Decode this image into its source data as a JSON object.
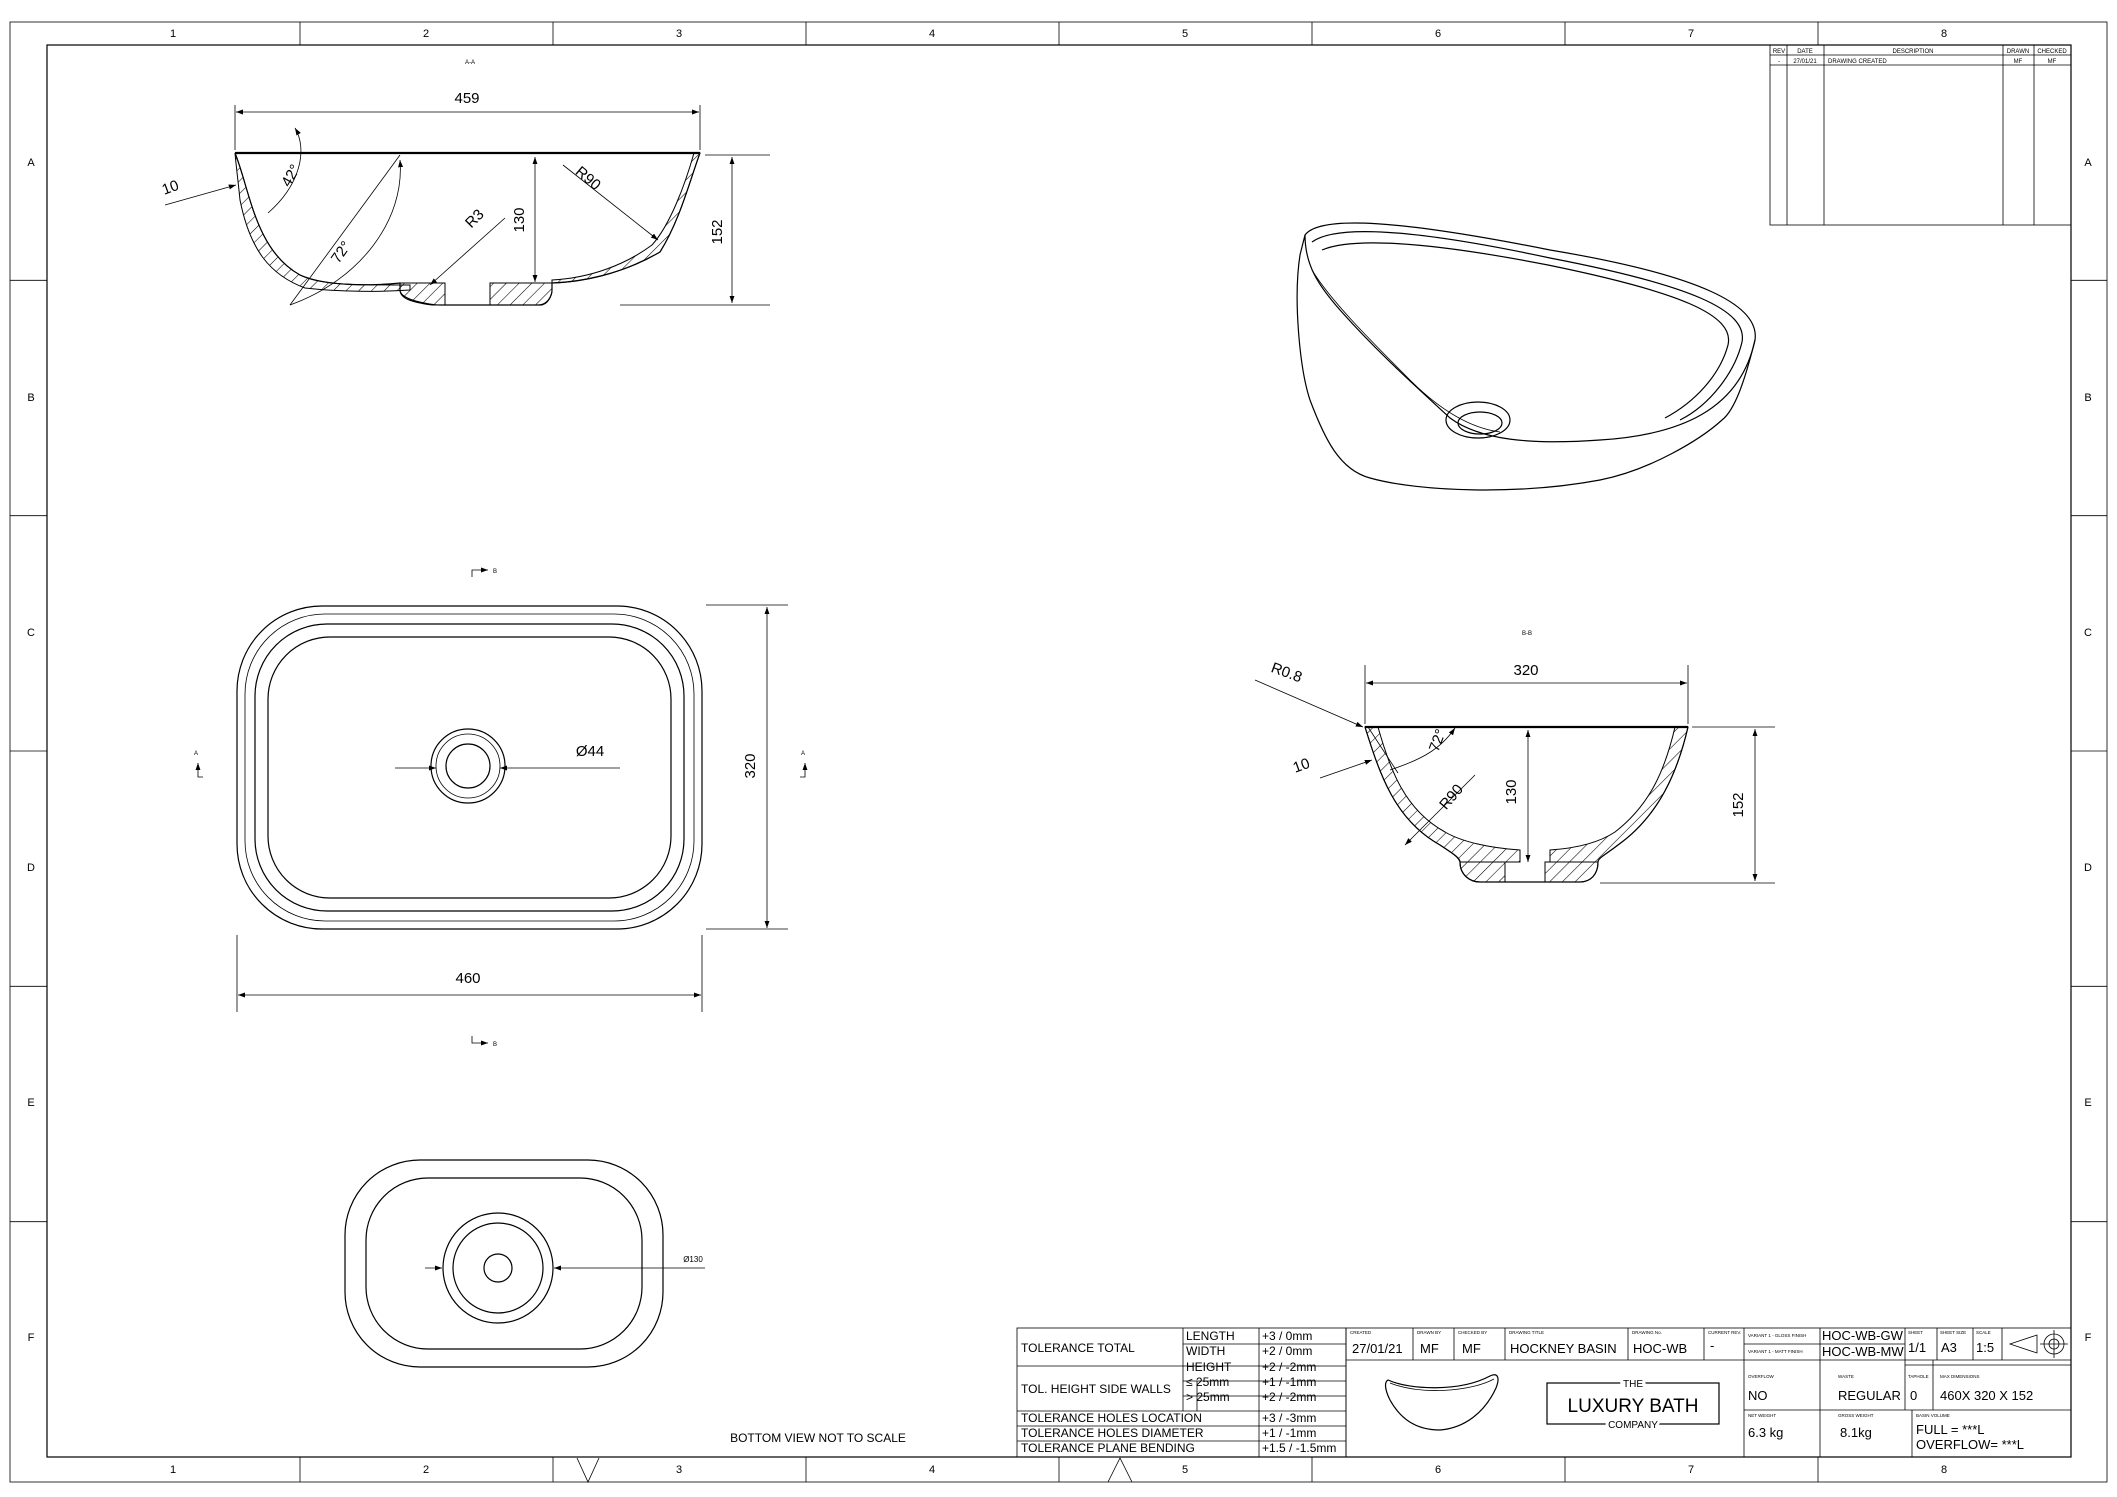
{
  "frame": {
    "columns": [
      "1",
      "2",
      "3",
      "4",
      "5",
      "6",
      "7",
      "8"
    ],
    "rows": [
      "A",
      "B",
      "C",
      "D",
      "E",
      "F"
    ]
  },
  "revision_table": {
    "headers": [
      "REV",
      "DATE",
      "DESCRIPTION",
      "DRAWN",
      "CHECKED"
    ],
    "rows": [
      [
        "-",
        "27/01/21",
        "DRAWING CREATED",
        "MF",
        "MF"
      ]
    ]
  },
  "views": {
    "section_aa": {
      "label": "A-A",
      "dims": {
        "width": "459",
        "angle_rim": "42°",
        "angle_wall": "72°",
        "wall": "10",
        "r3": "R3",
        "r90": "R90",
        "depth": "130",
        "height": "152"
      }
    },
    "plan": {
      "section_marks": {
        "b": "B",
        "a": "A"
      },
      "dims": {
        "width": "460",
        "depth": "320",
        "waste": "Ø44"
      }
    },
    "section_bb": {
      "label": "B-B",
      "dims": {
        "width": "320",
        "r08": "R0.8",
        "wall": "10",
        "angle": "72°",
        "r90": "R90",
        "depth": "130",
        "height": "152"
      }
    },
    "bottom": {
      "dims": {
        "waste": "Ø130"
      },
      "note": "BOTTOM VIEW NOT TO SCALE"
    }
  },
  "tolerances": [
    {
      "group": "TOLERANCE TOTAL",
      "item": "LENGTH",
      "value": "+3 / 0mm"
    },
    {
      "group": "",
      "item": "WIDTH",
      "value": "+2 / 0mm"
    },
    {
      "group": "",
      "item": "HEIGHT",
      "value": "+2 / -2mm"
    },
    {
      "group": "TOL. HEIGHT SIDE WALLS",
      "item": "≤  25mm",
      "value": "+1 / -1mm"
    },
    {
      "group": "",
      "item": ">  25mm",
      "value": "+2 / -2mm"
    },
    {
      "group": "TOLERANCE HOLES LOCATION",
      "item": "",
      "value": "+3 / -3mm"
    },
    {
      "group": "TOLERANCE HOLES DIAMETER",
      "item": "",
      "value": "+1 / -1mm"
    },
    {
      "group": "TOLERANCE PLANE BENDING",
      "item": "",
      "value": "+1.5 / -1.5mm"
    }
  ],
  "title_block": {
    "created_label": "CREATED",
    "created": "27/01/21",
    "drawn_label": "DRAWN BY",
    "drawn": "MF",
    "checked_label": "CHECKED BY",
    "checked": "MF",
    "title_label": "DRAWING TITLE",
    "title": "HOCKNEY BASIN",
    "number_label": "DRAWING No.",
    "number": "HOC-WB",
    "current_rev_label": "CURRENT REV.",
    "current_rev": "-",
    "variant1_label": "VARIANT 1 - GLOSS FINISH",
    "variant1": "HOC-WB-GW",
    "variant2_label": "VARIANT 1 - MATT FINISH",
    "variant2": "HOC-WB-MW",
    "sheet_label": "SHEET",
    "sheet": "1/1",
    "size_label": "SHEET SIZE",
    "size": "A3",
    "scale_label": "SCALE",
    "scale": "1:5",
    "overflow_label": "OVERFLOW",
    "overflow": "NO",
    "waste_label": "WASTE",
    "waste": "REGULAR",
    "tapholes_label": "TAPHOLE",
    "tapholes": "0",
    "max_dim_label": "MAX DIMENSIONS",
    "max_dim": "460X 320 X 152",
    "net_weight_label": "NET WEIGHT",
    "net_weight": "6.3 kg",
    "gross_weight_label": "GROSS WEIGHT",
    "gross_weight": "8.1kg",
    "volume_label": "BASIN VOLUME",
    "volume_full": "FULL = ***L",
    "volume_overflow": "OVERFLOW= ***L",
    "logo_the": "THE",
    "logo_main": "LUXURY BATH",
    "logo_company": "COMPANY"
  }
}
